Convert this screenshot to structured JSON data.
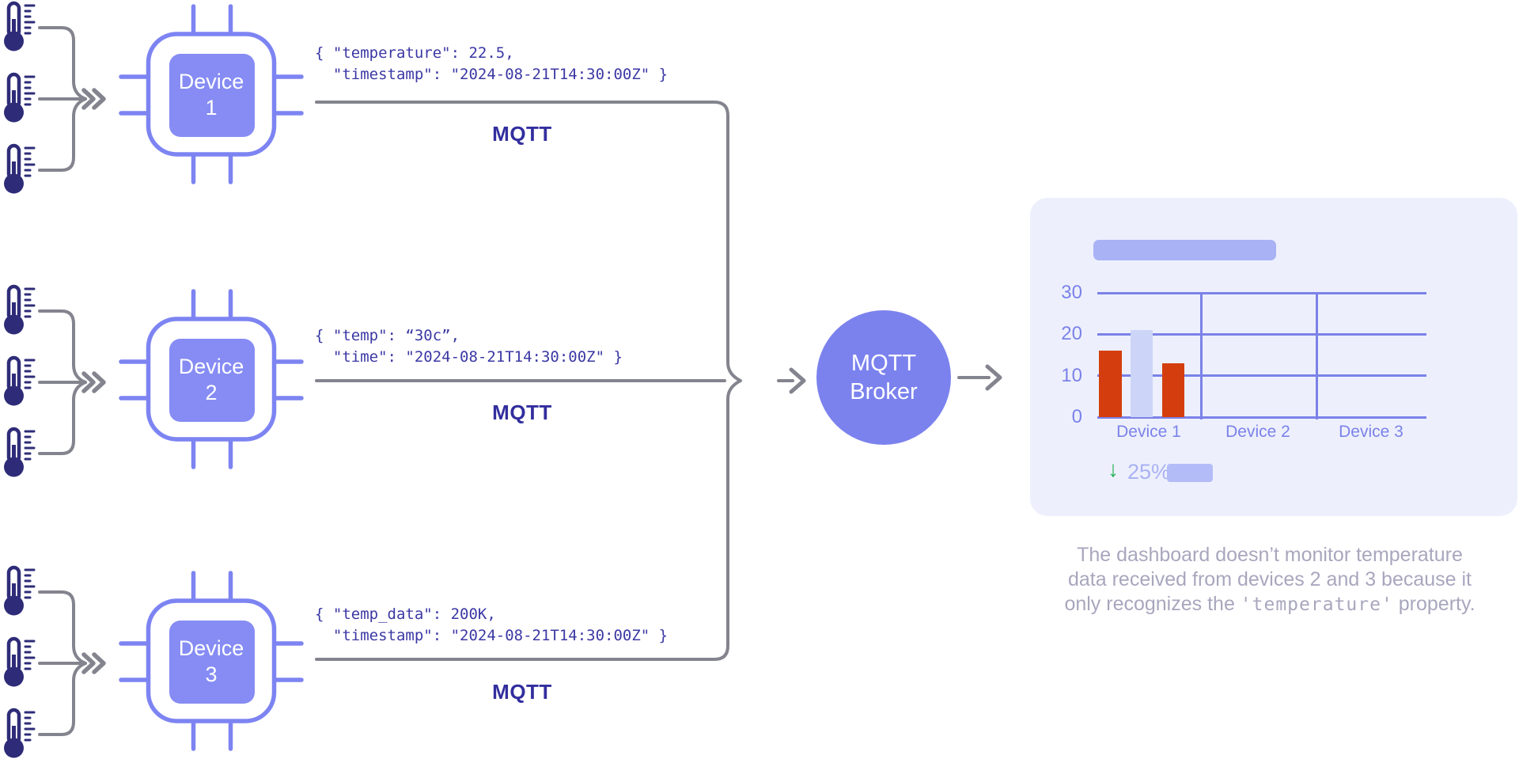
{
  "palette": {
    "chip_stroke": "#7d84f2",
    "chip_fill": "#868cf3",
    "broker_fill": "#7b82ee",
    "connector_gray": "#84848f",
    "thermometer_navy": "#2e2c78",
    "code_indigo": "#3b38a4",
    "mqtt_indigo": "#322e9e",
    "card_bg": "#edf0fc",
    "chart_accent": "#7b82e8",
    "kpi_green": "#22b052"
  },
  "devices": [
    {
      "name": "Device 1",
      "protocol_label": "MQTT",
      "payload_line1": "{ \"temperature\": 22.5,",
      "payload_line2": "  \"timestamp\": \"2024-08-21T14:30:00Z\" }"
    },
    {
      "name": "Device 2",
      "protocol_label": "MQTT",
      "payload_line1": "{ \"temp\": “30c”,",
      "payload_line2": "  \"time\": \"2024-08-21T14:30:00Z\" }"
    },
    {
      "name": "Device 3",
      "protocol_label": "MQTT",
      "payload_line1": "{ \"temp_data\": 200K,",
      "payload_line2": "  \"timestamp\": \"2024-08-21T14:30:00Z\" }"
    }
  ],
  "broker": {
    "label": "MQTT Broker"
  },
  "dashboard": {
    "chart_data": {
      "type": "bar",
      "categories": [
        "Device 1",
        "Device 2",
        "Device 3"
      ],
      "values_by_category": {
        "Device 1": [
          16,
          21,
          13
        ],
        "Device 2": [],
        "Device 3": []
      },
      "bar_colors": [
        "#d43e0f",
        "#ccd5f7",
        "#d43e0f"
      ],
      "yticks": [
        30,
        20,
        10,
        0
      ],
      "ylim": [
        0,
        30
      ],
      "grid": true,
      "title": ""
    },
    "kpi": {
      "direction": "down",
      "arrow_glyph": "↓",
      "value": "25%"
    }
  },
  "caption": {
    "line1": "The dashboard doesn’t monitor temperature",
    "line2": "data received from devices 2 and 3 because it",
    "line3_pre": "only recognizes the ",
    "line3_code": "'temperature'",
    "line3_post": " property."
  }
}
